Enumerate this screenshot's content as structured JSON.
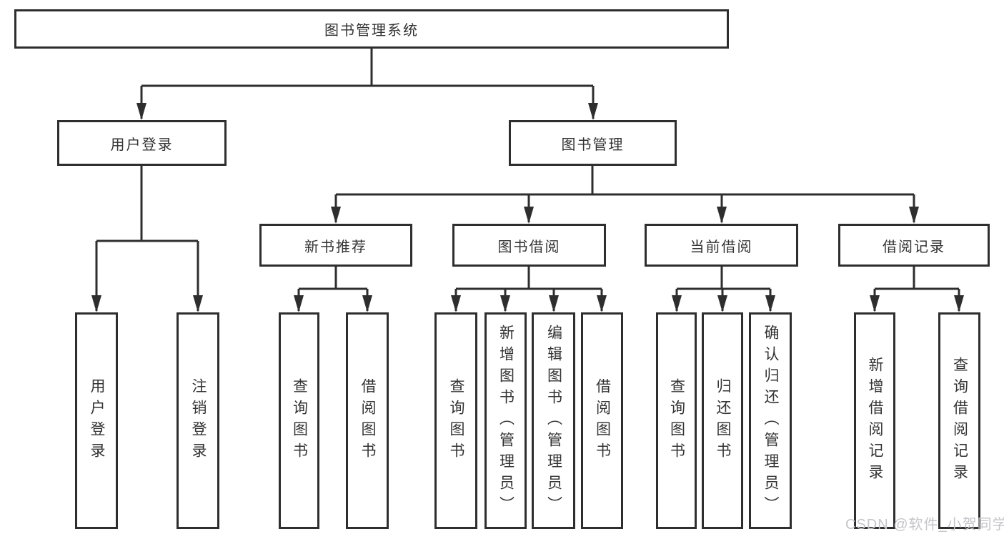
{
  "nodes": {
    "root": "图书管理系统",
    "user_login": "用户登录",
    "book_mgmt": "图书管理",
    "new_books": "新书推荐",
    "book_borrow": "图书借阅",
    "current_borrow": "当前借阅",
    "borrow_records": "借阅记录",
    "leaf_login": "用户登录",
    "leaf_logout": "注销登录",
    "leaf_nb_query": "查询图书",
    "leaf_nb_borrow": "借阅图书",
    "leaf_bb_query": "查询图书",
    "leaf_bb_add": "新增图书（管理员）",
    "leaf_bb_edit": "编辑图书（管理员）",
    "leaf_bb_borrow": "借阅图书",
    "leaf_cb_query": "查询图书",
    "leaf_cb_return": "归还图书",
    "leaf_cb_confirm": "确认归还（管理员）",
    "leaf_br_add": "新增借阅记录",
    "leaf_br_query": "查询借阅记录"
  },
  "watermark": "CSDN @软件_小贺同学",
  "colors": {
    "line": "#2e2e2e",
    "border": "#2e2e2e",
    "text": "#333333",
    "watermark": "#c5c5ca",
    "background": "#ffffff"
  }
}
